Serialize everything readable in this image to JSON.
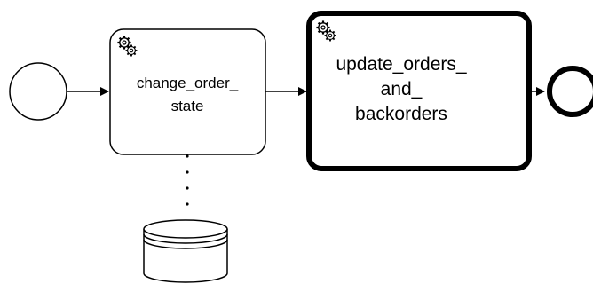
{
  "diagram": {
    "type": "bpmn-process",
    "elements": {
      "start_event": {
        "kind": "start-event"
      },
      "task_1": {
        "kind": "service-task",
        "icon": "gear-icon",
        "label_lines": [
          "change_order_",
          "state"
        ]
      },
      "task_2": {
        "kind": "service-task",
        "icon": "gear-icon",
        "emphasized": true,
        "label_lines": [
          "update_orders_",
          "and_",
          "backorders"
        ]
      },
      "end_event": {
        "kind": "end-event"
      },
      "data_store": {
        "kind": "data-store"
      }
    },
    "flows": [
      {
        "from": "start_event",
        "to": "task_1",
        "kind": "sequence-flow"
      },
      {
        "from": "task_1",
        "to": "task_2",
        "kind": "sequence-flow"
      },
      {
        "from": "task_2",
        "to": "end_event",
        "kind": "sequence-flow"
      },
      {
        "from": "task_1",
        "to": "data_store",
        "kind": "data-association"
      }
    ]
  }
}
